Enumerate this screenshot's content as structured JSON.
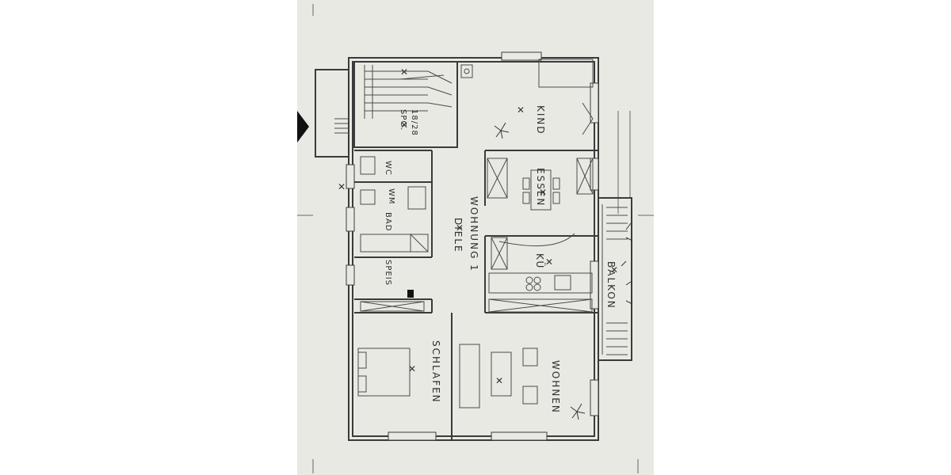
{
  "rooms": {
    "stair": "SPG.",
    "stair_dims": "18/28",
    "kind": "KIND",
    "essen": "ESSEN",
    "bad": "BAD",
    "wc": "WC",
    "wm": "WM",
    "diele": "DIELE",
    "wohnung": "WOHNUNG 1",
    "speis": "SPEIS",
    "kueche": "KÜ",
    "balkon": "BALKON",
    "schlafen": "SCHLAFEN",
    "wohnen": "WOHNEN"
  },
  "colors": {
    "paper": "#e9e9e4",
    "ink": "#3a3a3a",
    "marker": "#111111"
  },
  "icons": [
    "direction-arrow-icon",
    "plant-icon",
    "sink-icon",
    "stove-icon"
  ]
}
